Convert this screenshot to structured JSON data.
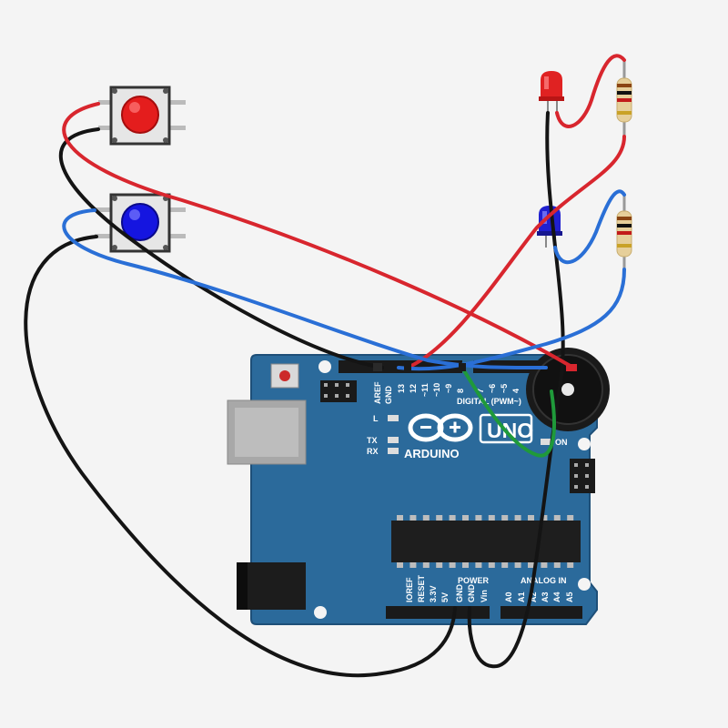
{
  "board": {
    "brand": "ARDUINO",
    "model": "UNO",
    "on_label": "ON",
    "led_l": "L",
    "led_tx": "TX",
    "led_rx": "RX",
    "digital_caption": "DIGITAL (PWM~)",
    "power_caption": "POWER",
    "analog_caption": "ANALOG IN",
    "digital_pins": [
      "AREF",
      "GND",
      "13",
      "12",
      "~11",
      "~10",
      "~9",
      "8",
      "7",
      "~6",
      "~5",
      "4"
    ],
    "power_pins": [
      "IOREF",
      "RESET",
      "3.3V",
      "5V",
      "GND",
      "GND",
      "Vin"
    ],
    "analog_pins": [
      "A0",
      "A1",
      "A2",
      "A3",
      "A4",
      "A5"
    ]
  },
  "components": {
    "button_red": "push-button",
    "button_blue": "push-button",
    "led_red": "led",
    "led_blue": "led",
    "resistor_1": "resistor",
    "resistor_2": "resistor",
    "buzzer": "piezo-buzzer",
    "usb_port": "usb-b-port",
    "power_jack": "dc-barrel-jack",
    "chip": "atmega328"
  },
  "colors": {
    "board": "#2b6a9b",
    "wire_red": "#d8262e",
    "wire_blue": "#2a6fd6",
    "wire_black": "#141414",
    "wire_green": "#1f9a3a",
    "led_red": "#e02222",
    "led_blue": "#2020d0",
    "background": "#f4f4f4"
  }
}
